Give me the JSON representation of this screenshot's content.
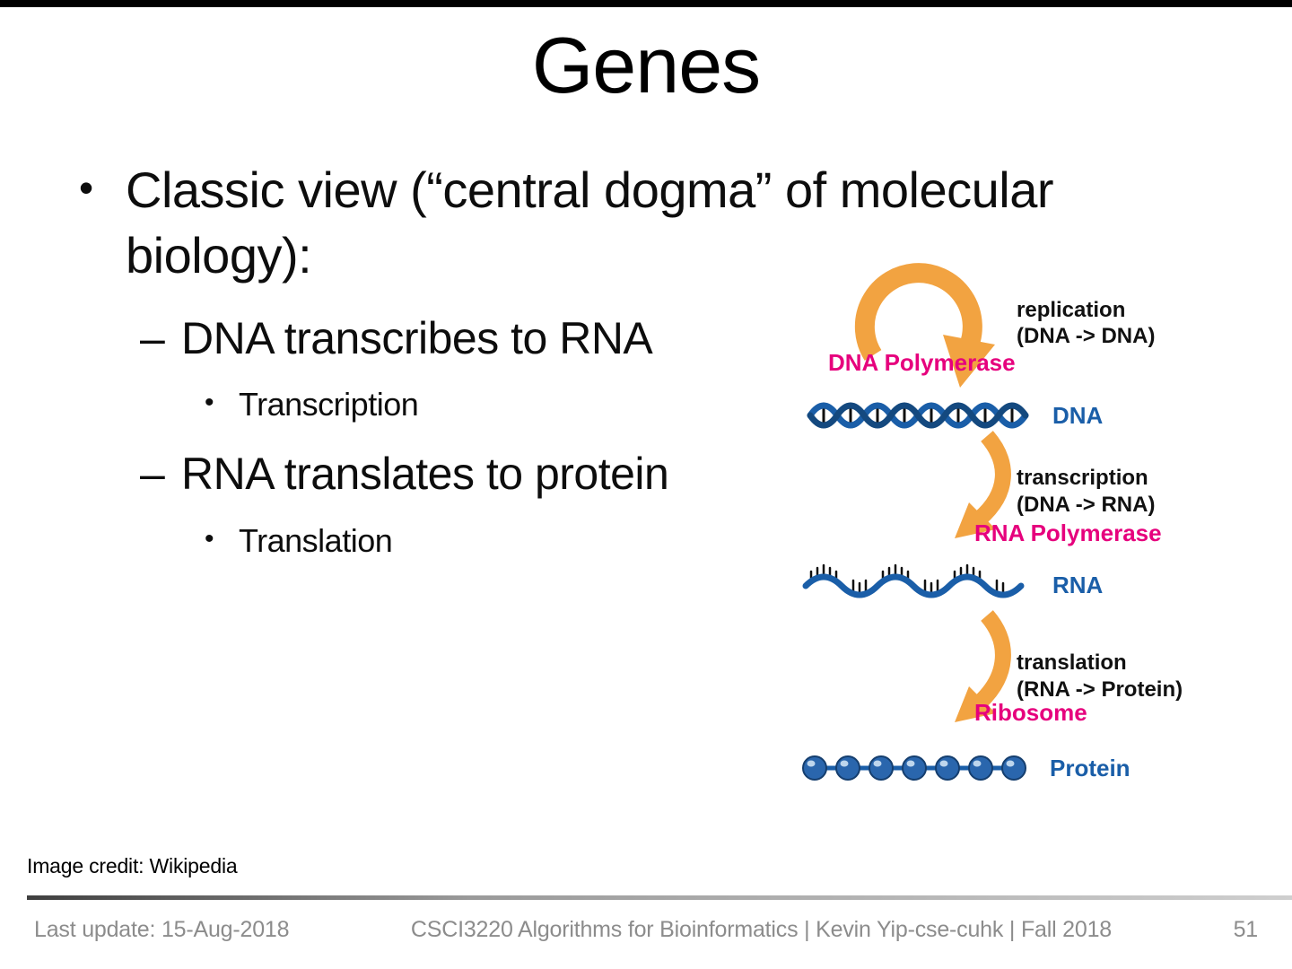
{
  "slide": {
    "title": "Genes"
  },
  "bullets": {
    "marker_dot": "•",
    "marker_dash": "–",
    "level1": "Classic view (“central dogma” of molecular biology):",
    "level2_a": "DNA transcribes to RNA",
    "level3_a": "Transcription",
    "level2_b": "RNA translates to protein",
    "level3_b": "Translation"
  },
  "diagram": {
    "labels": {
      "dna_polymerase": "DNA Polymerase",
      "replication_1": "replication",
      "replication_2": "(DNA -> DNA)",
      "dna": "DNA",
      "transcription_1": "transcription",
      "transcription_2": "(DNA -> RNA)",
      "rna_polymerase": "RNA Polymerase",
      "rna": "RNA",
      "translation_1": "translation",
      "translation_2": "(RNA -> Protein)",
      "ribosome": "Ribosome",
      "protein": "Protein"
    },
    "colors": {
      "arrow_orange": "#F2A341",
      "enzyme_magenta": "#E6007D",
      "molecule_blue": "#1A5EA8",
      "label_black": "#111111"
    }
  },
  "credit": "Image credit: Wikipedia",
  "footer": {
    "last_update": "Last update: 15-Aug-2018",
    "course": "CSCI3220 Algorithms for Bioinformatics |  Kevin Yip-cse-cuhk | Fall 2018",
    "page": "51"
  }
}
